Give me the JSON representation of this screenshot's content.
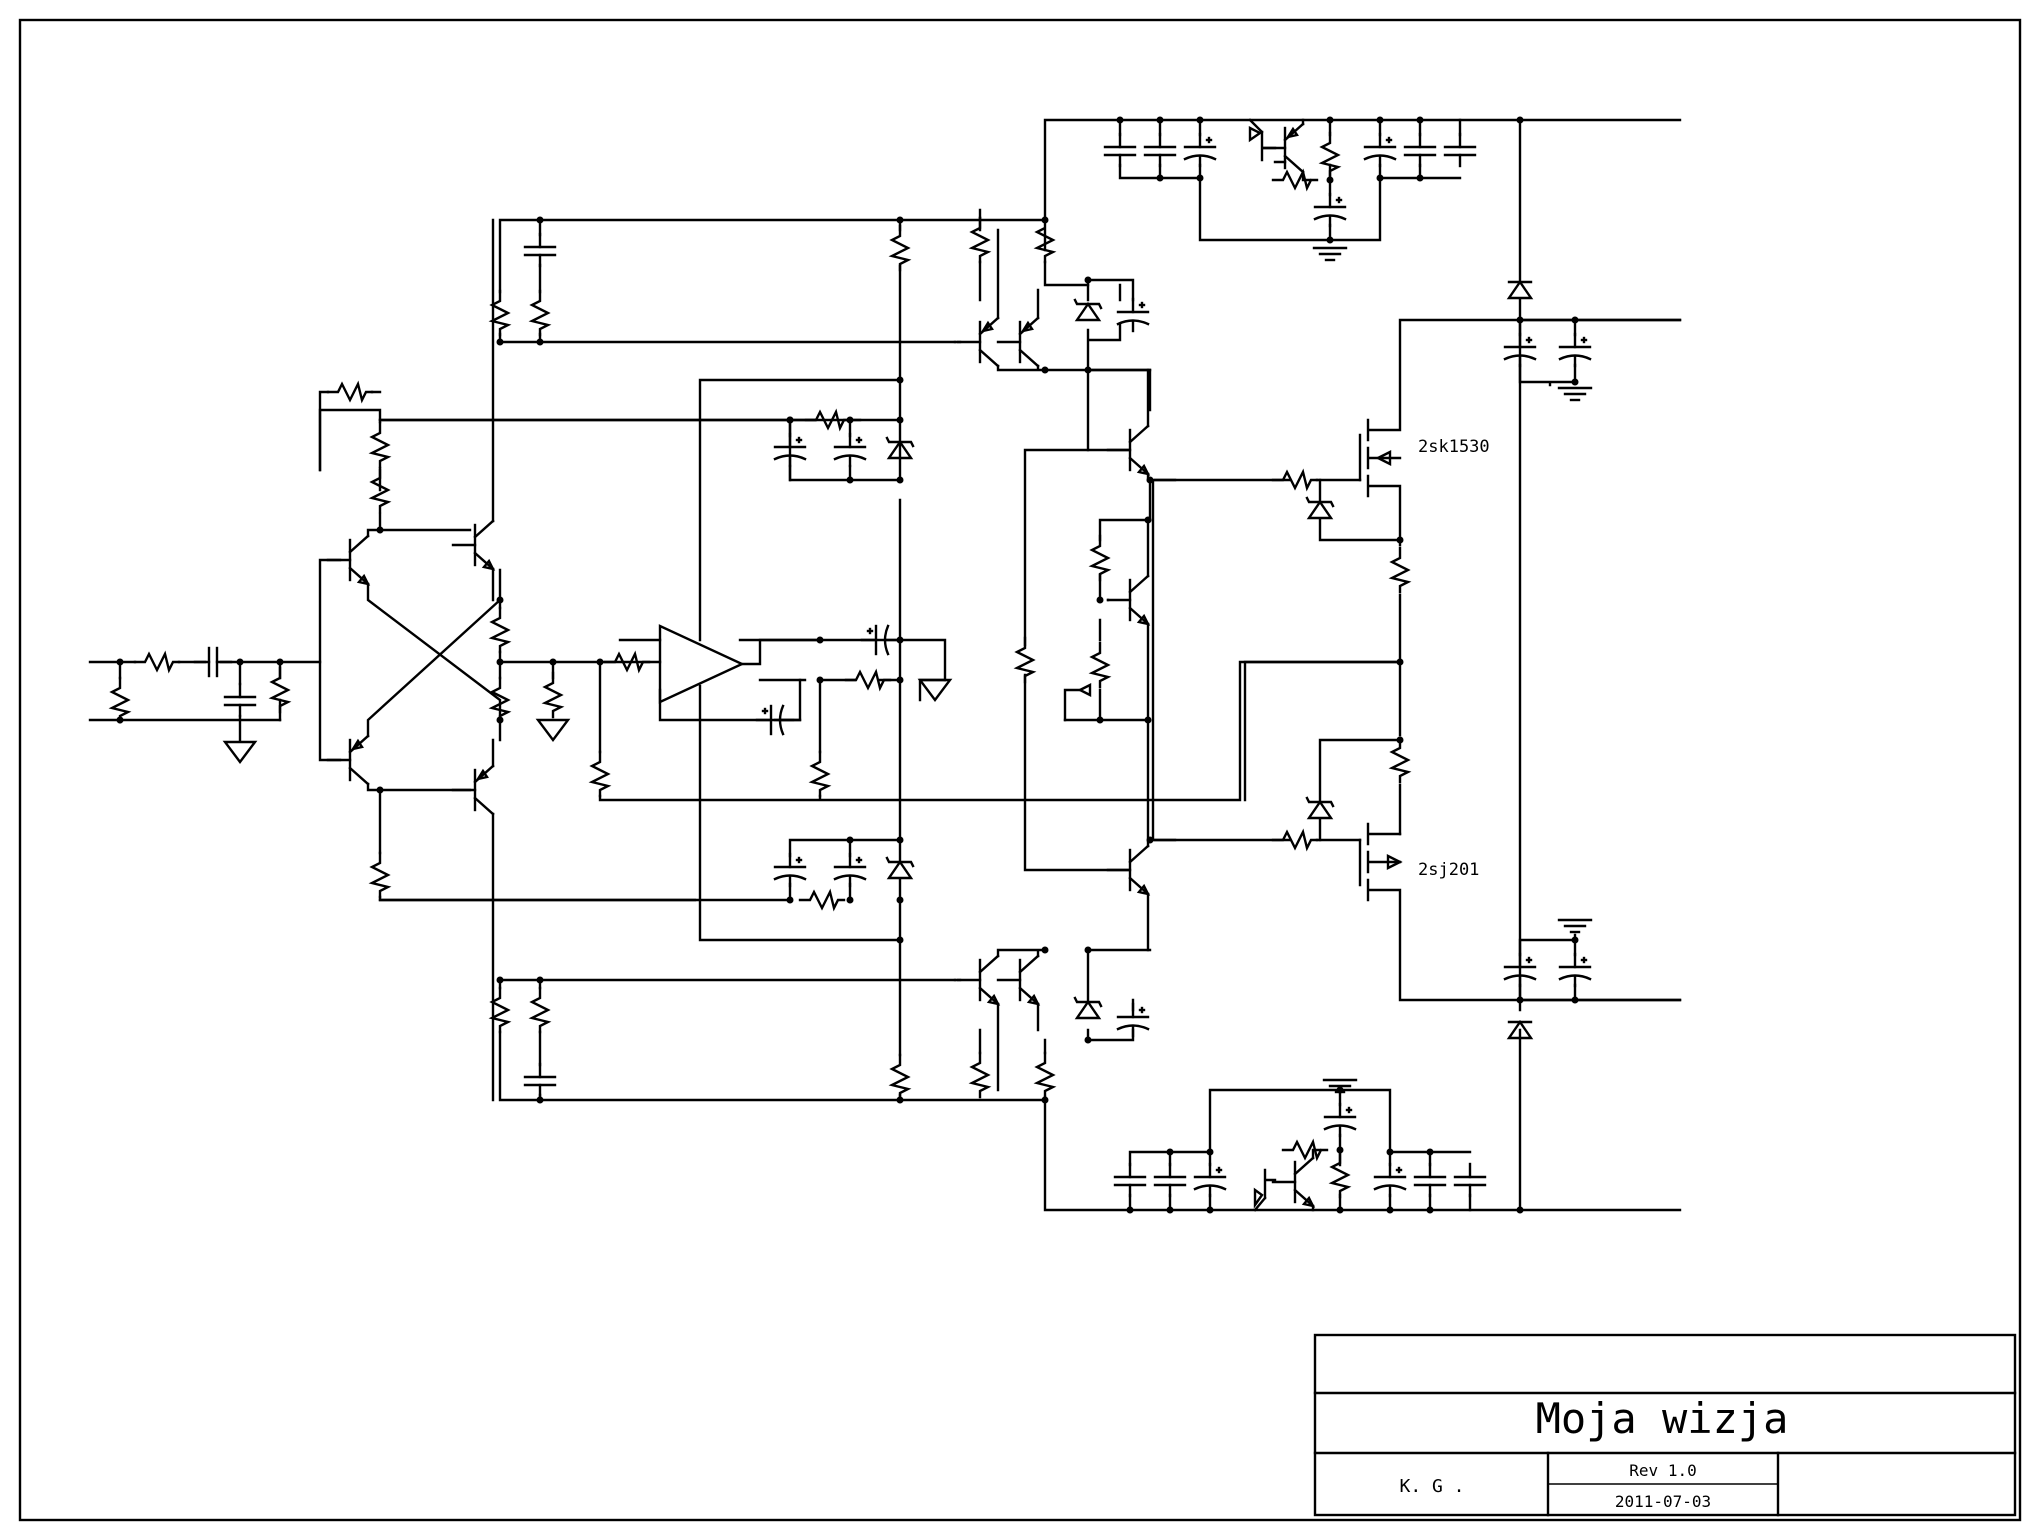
{
  "title_block": {
    "title": "Moja wizja",
    "author": "K. G .",
    "revision": "Rev 1.0",
    "date": "2011-07-03"
  },
  "component_labels": {
    "upper_mosfet": "2sk1530",
    "lower_mosfet": "2sj201"
  }
}
